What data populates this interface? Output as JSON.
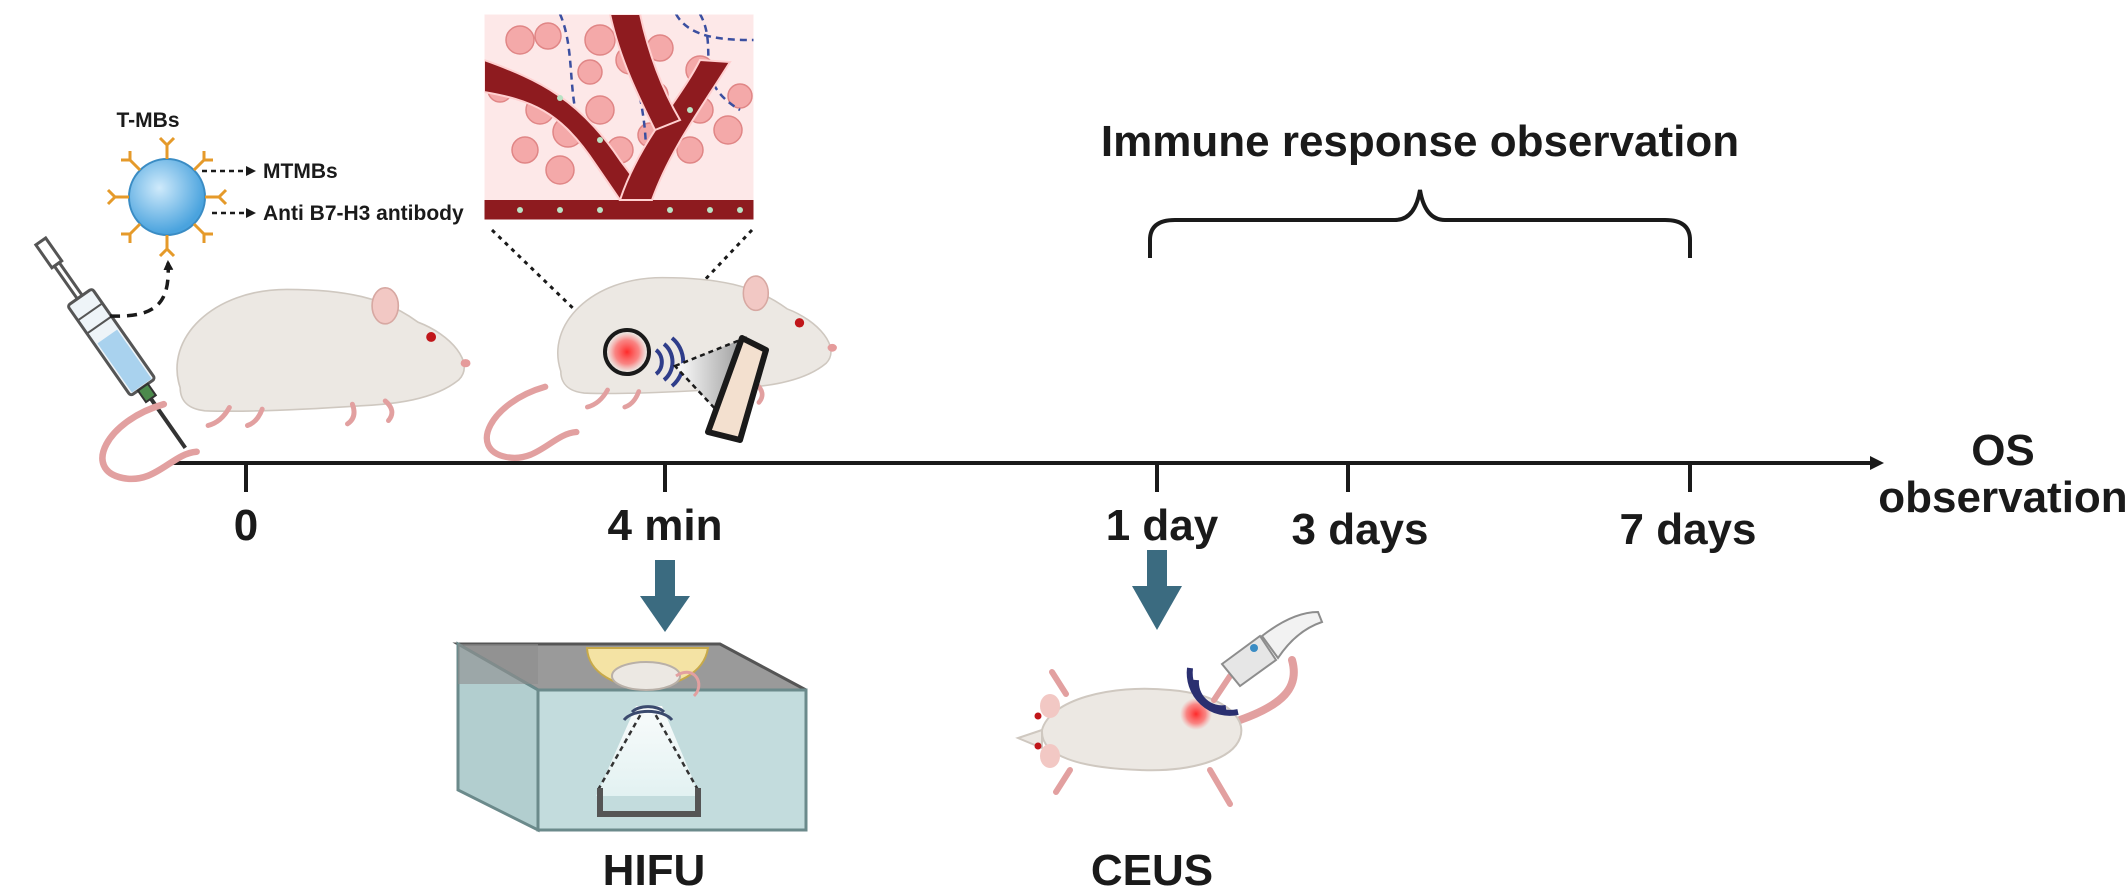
{
  "timeline": {
    "ticks": [
      "0",
      "4 min",
      "1 day",
      "3 days",
      "7 days"
    ],
    "end_label_line1": "OS",
    "end_label_line2": "observation"
  },
  "bracket_label": "Immune response observation",
  "microbubble": {
    "title": "T-MBs",
    "label_shell": "MTMBs",
    "label_antibody": "Anti B7-H3 antibody"
  },
  "procedures": {
    "hifu": "HIFU",
    "ceus": "CEUS"
  },
  "colors": {
    "axis": "#1a1a1a",
    "arrow_blue": "#3b6b80",
    "vessel": "#8e1b1f",
    "tumor_cells": "#f2a6a6",
    "bubble": "#6ab6e6",
    "antibody": "#e59a2a",
    "mouse_body": "#ece8e3",
    "mouse_tail": "#e2a0a0",
    "tank_water": "#c3dcdd"
  },
  "icons": [
    "syringe-icon",
    "mouse-icon",
    "tumor-vessel-icon",
    "ultrasound-probe-icon",
    "water-tank-icon"
  ]
}
